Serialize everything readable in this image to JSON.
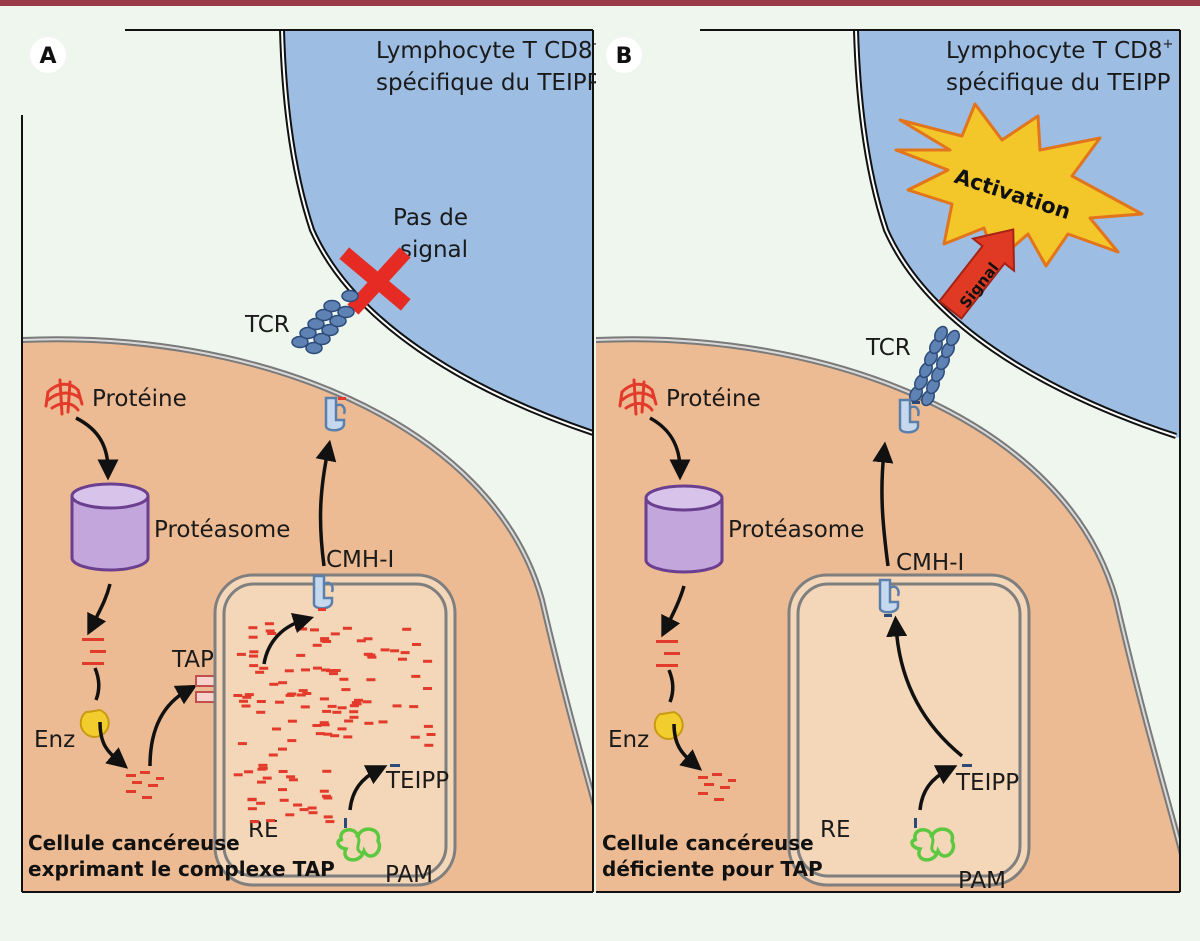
{
  "colors": {
    "top_bar": "#9b3b4a",
    "background": "#eef6ee",
    "tcell": "#9dbde3",
    "cancer_cell": "#edbb93",
    "er": "#f4d6b8",
    "peptide": "#e33b2b",
    "proteasome": "#c3a6db",
    "enzyme": "#f2cd2e",
    "mhc": "#c6d8ee",
    "pam": "#5cc840",
    "activation": "#f3c62a",
    "signal_arrow": "#e03a24"
  },
  "panels": [
    {
      "letter": "A",
      "tcell_label_line1": "Lymphocyte T CD8",
      "tcell_label_sup": "+",
      "tcell_label_line2": "spécifique du TEIPP",
      "no_signal_line1": "Pas de",
      "no_signal_line2": "signal",
      "tcr": "TCR",
      "protein": "Protéine",
      "proteasome": "Protéasome",
      "mhc": "CMH-I",
      "tap": "TAP",
      "enzyme": "Enz",
      "teipp": "TEIPP",
      "er": "RE",
      "pam": "PAM",
      "cell_line1": "Cellule cancéreuse",
      "cell_line2": "exprimant le complexe TAP"
    },
    {
      "letter": "B",
      "tcell_label_line1": "Lymphocyte T CD8",
      "tcell_label_sup": "+",
      "tcell_label_line2": "spécifique du TEIPP",
      "activation": "Activation",
      "signal": "Signal",
      "tcr": "TCR",
      "protein": "Protéine",
      "proteasome": "Protéasome",
      "mhc": "CMH-I",
      "enzyme": "Enz",
      "teipp": "TEIPP",
      "er": "RE",
      "pam": "PAM",
      "cell_line1": "Cellule cancéreuse",
      "cell_line2": "déficiente pour TAP"
    }
  ]
}
